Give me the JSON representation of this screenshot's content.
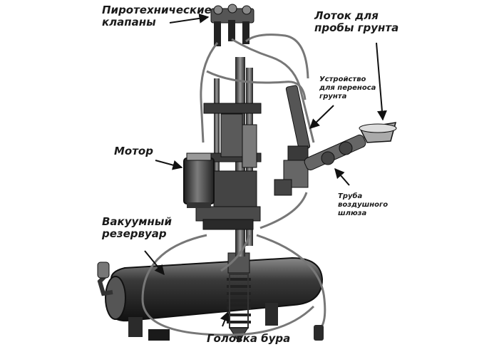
{
  "labels": {
    "pyro_valves": {
      "line1": "Пиротехнические",
      "line2": "клапаны"
    },
    "soil_tray": {
      "line1": "Лоток для",
      "line2": "пробы грунта"
    },
    "transfer_device": {
      "line1": "Устройство",
      "line2": "для переноса",
      "line3": "грунта"
    },
    "motor": "Мотор",
    "airlock_tube": {
      "line1": "Труба",
      "line2": "воздушного",
      "line3": "шлюза"
    },
    "vacuum_tank": {
      "line1": "Вакуумный",
      "line2": "резервуар"
    },
    "drill_head": "Головка бура"
  },
  "colors": {
    "label_text": "#1a1a1a",
    "machine_dark": "#2b2b2b",
    "machine_mid": "#6e6e6e",
    "machine_light": "#bdbdbd"
  }
}
